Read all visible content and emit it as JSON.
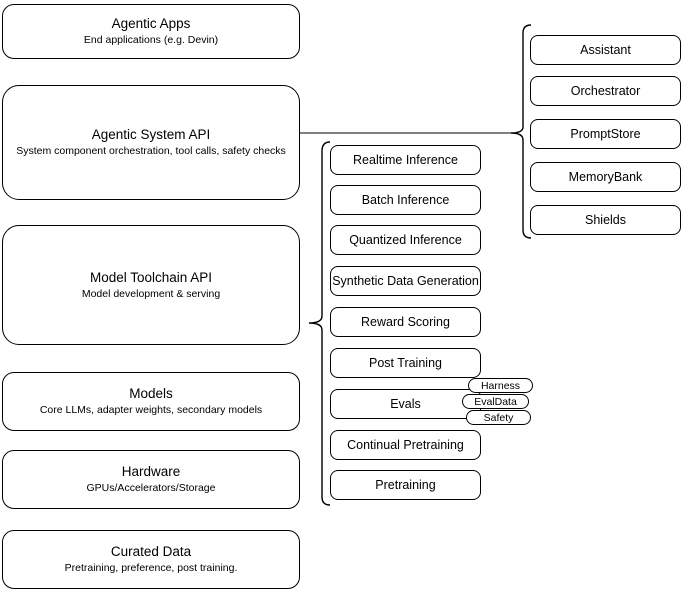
{
  "diagram": {
    "left_column": [
      {
        "title": "Agentic Apps",
        "subtitle": "End applications (e.g. Devin)"
      },
      {
        "title": "Agentic System API",
        "subtitle": "System component orchestration, tool calls, safety checks"
      },
      {
        "title": "Model Toolchain API",
        "subtitle": "Model development & serving"
      },
      {
        "title": "Models",
        "subtitle": "Core LLMs, adapter weights, secondary models"
      },
      {
        "title": "Hardware",
        "subtitle": "GPUs/Accelerators/Storage"
      },
      {
        "title": "Curated Data",
        "subtitle": "Pretraining, preference, post training."
      }
    ],
    "toolchain_services": [
      "Realtime Inference",
      "Batch Inference",
      "Quantized Inference",
      "Synthetic Data Generation",
      "Reward Scoring",
      "Post Training",
      "Evals",
      "Continual Pretraining",
      "Pretraining"
    ],
    "evals_tags": [
      "Harness",
      "EvalData",
      "Safety"
    ],
    "system_components": [
      "Assistant",
      "Orchestrator",
      "PromptStore",
      "MemoryBank",
      "Shields"
    ],
    "colors": {
      "node_stroke": "#000000",
      "connector": "#808080",
      "background": "#ffffff",
      "node_fill": "#ffffff"
    }
  }
}
